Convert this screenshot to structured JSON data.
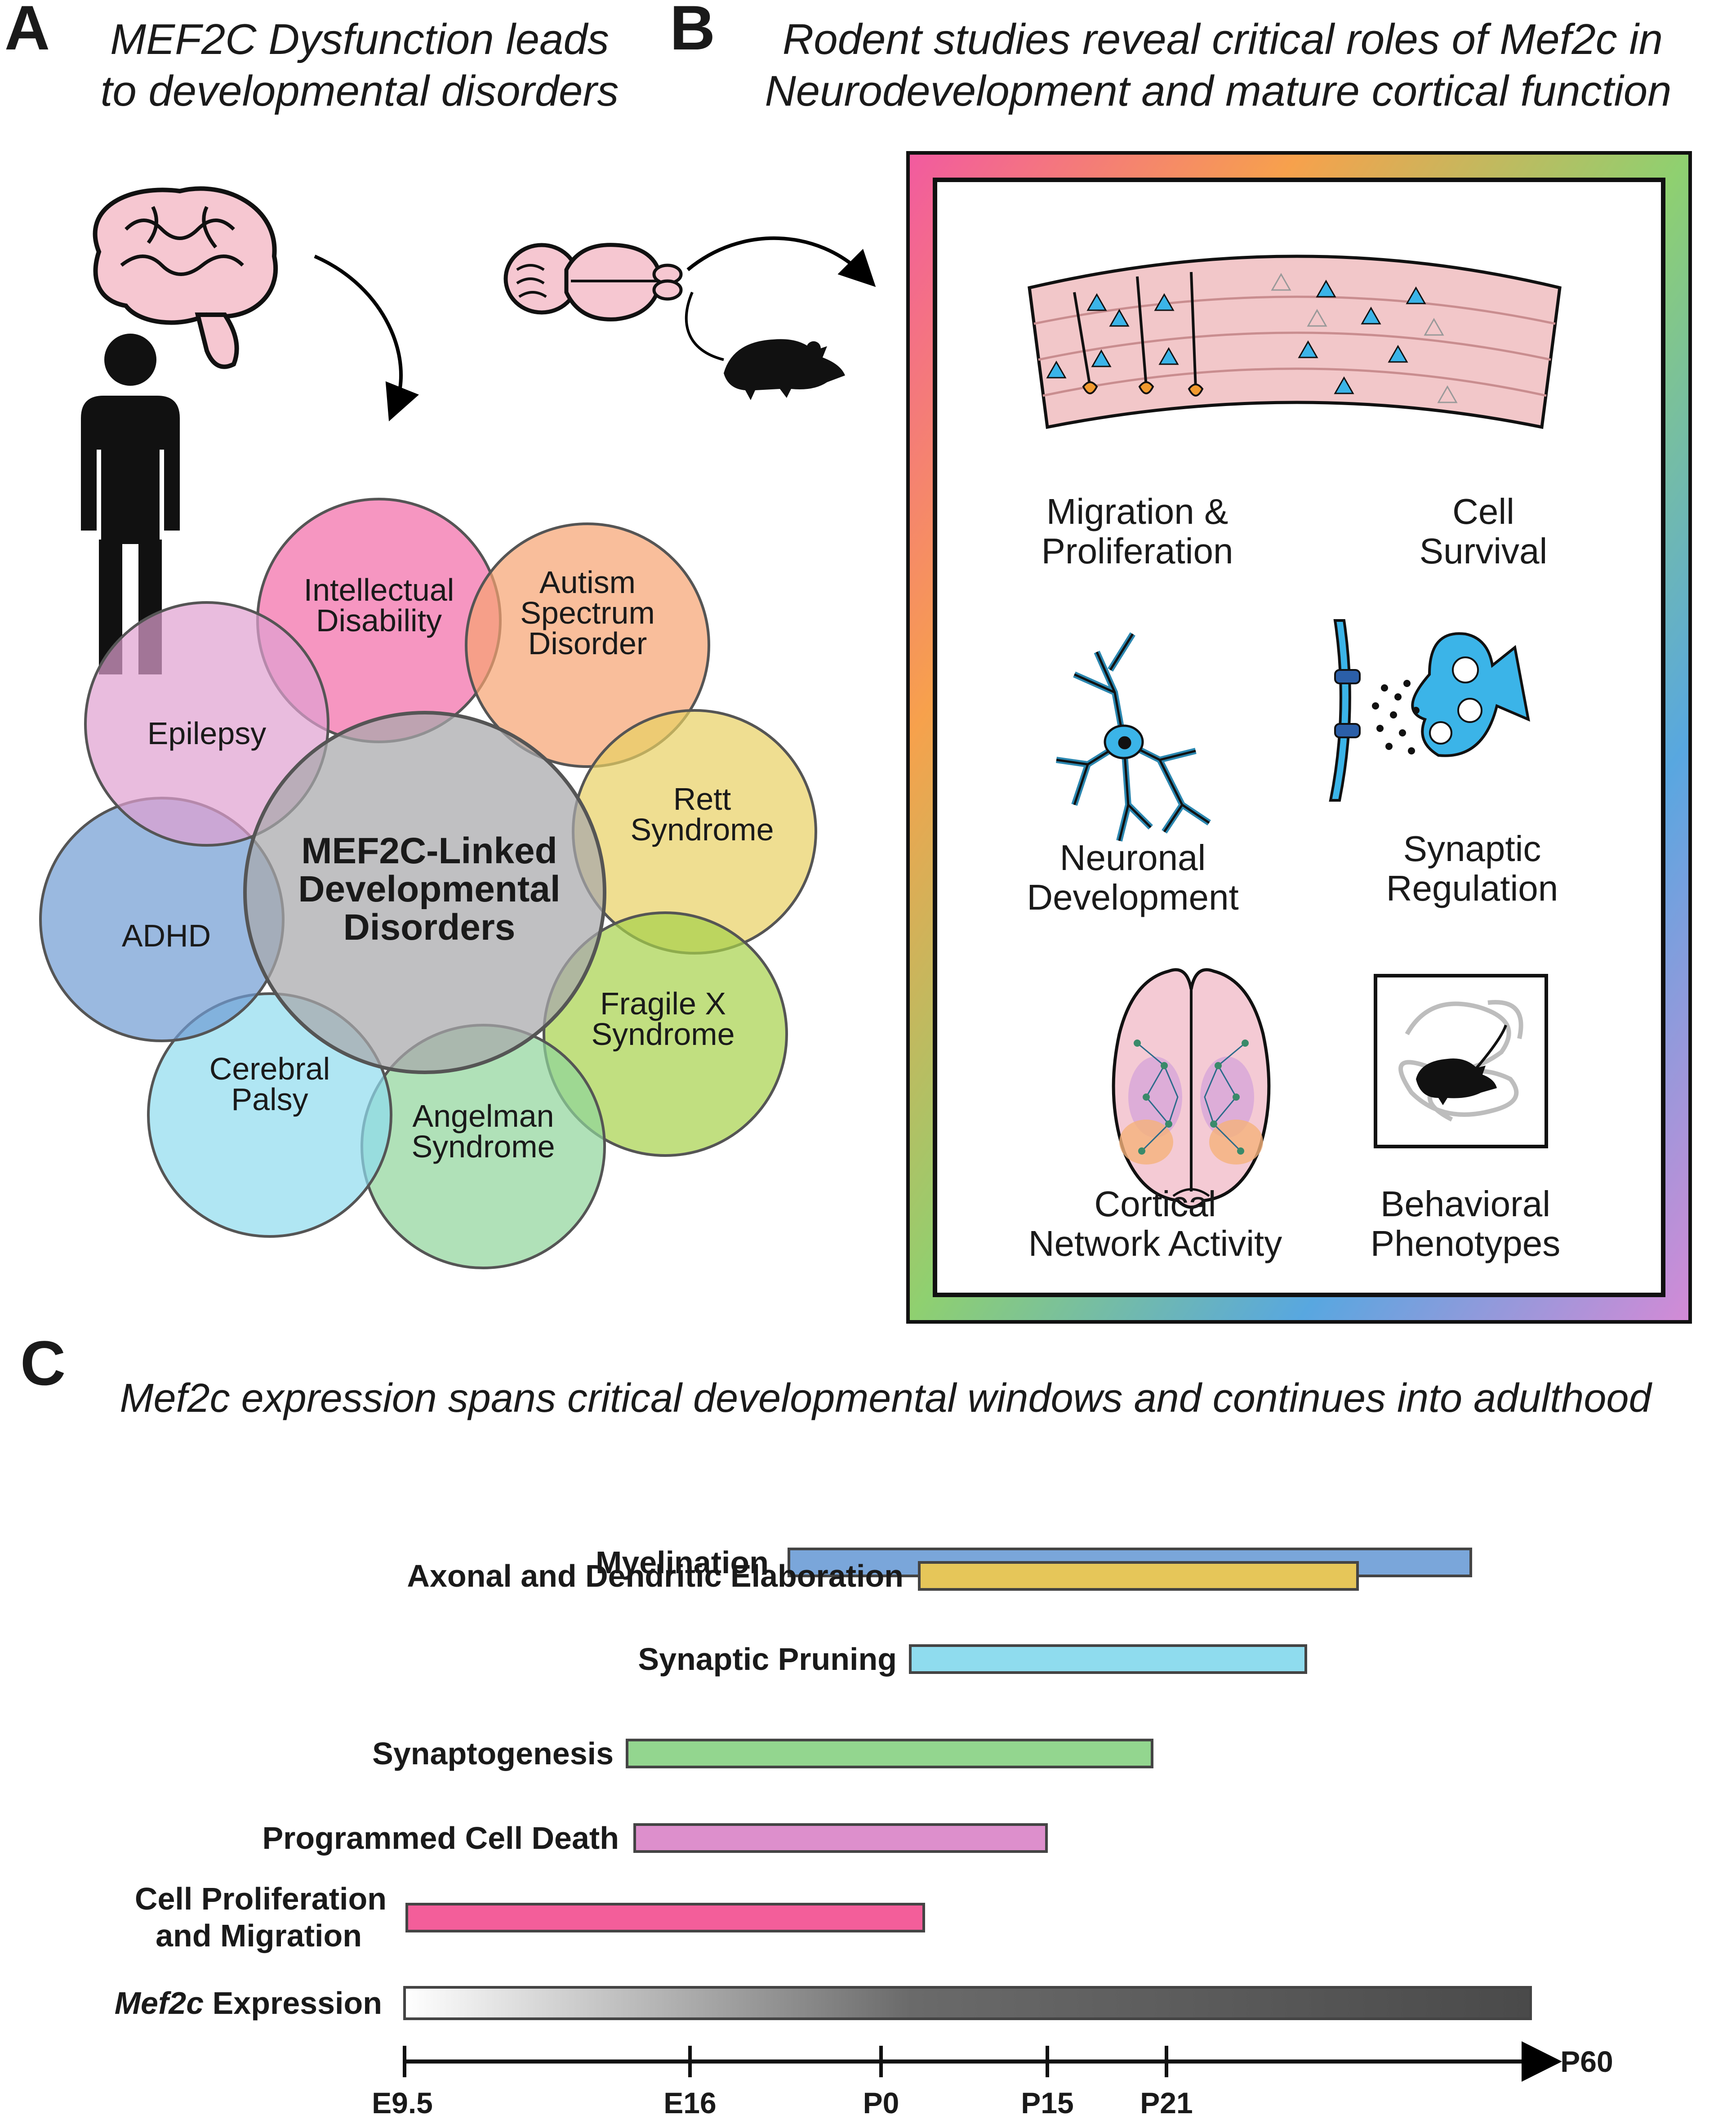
{
  "panel_a": {
    "letter": "A",
    "title_lines": [
      "MEF2C Dysfunction leads",
      "to developmental disorders"
    ],
    "center_lines": [
      "MEF2C-Linked",
      "Developmental",
      "Disorders"
    ],
    "circles": [
      {
        "lines": [
          "Intellectual",
          "Disability"
        ],
        "color": "#f26aa6"
      },
      {
        "lines": [
          "Autism",
          "Spectrum",
          "Disorder"
        ],
        "color": "#f7a370"
      },
      {
        "lines": [
          "Rett",
          "Syndrome"
        ],
        "color": "#e8d062"
      },
      {
        "lines": [
          "Fragile X",
          "Syndrome"
        ],
        "color": "#a6d24a"
      },
      {
        "lines": [
          "Angelman",
          "Syndrome"
        ],
        "color": "#8fd49a"
      },
      {
        "lines": [
          "Cerebral",
          "Palsy"
        ],
        "color": "#8fdcee"
      },
      {
        "lines": [
          "ADHD"
        ],
        "color": "#6f9bd3"
      },
      {
        "lines": [
          "Epilepsy"
        ],
        "color": "#df9fd0"
      }
    ]
  },
  "panel_b": {
    "letter": "B",
    "title_lines": [
      "Rodent studies reveal critical roles of Mef2c in",
      "Neurodevelopment and  mature cortical function"
    ],
    "items": [
      {
        "lines": [
          "Migration &",
          "Proliferation"
        ]
      },
      {
        "lines": [
          "Cell",
          "Survival"
        ]
      },
      {
        "lines": [
          "Neuronal",
          "Development"
        ]
      },
      {
        "lines": [
          "Synaptic",
          "Regulation"
        ]
      },
      {
        "lines": [
          "Cortical",
          "Network Activity"
        ]
      },
      {
        "lines": [
          "Behavioral",
          "Phenotypes"
        ]
      }
    ]
  },
  "panel_c": {
    "letter": "C",
    "title": "Mef2c expression spans critical developmental windows and continues into adulthood",
    "expression_label_italic": "Mef2c",
    "expression_label_rest": " Expression"
  },
  "chart_data": {
    "type": "gantt",
    "axis_ticks": [
      "E9.5",
      "E16",
      "P0",
      "P15",
      "P21"
    ],
    "axis_end_label": "P60",
    "bars": [
      {
        "label": "Myelination",
        "start": "~P-5",
        "end": "P60+",
        "color": "#7aa6da"
      },
      {
        "label": "Axonal and Dendritic Elaboration",
        "start": "~P2",
        "end": "~P37",
        "color": "#e6c659"
      },
      {
        "label": "Synaptic Pruning",
        "start": "~P1",
        "end": "~P34",
        "color": "#8fdcee"
      },
      {
        "label": "Synaptogenesis",
        "start": "~E13.5",
        "end": "P21",
        "color": "#93d68f"
      },
      {
        "label": "Programmed Cell Death",
        "start": "~E14",
        "end": "P15",
        "color": "#dd8fcc"
      },
      {
        "label": "Cell Proliferation",
        "label2": "and Migration",
        "start": "E9.5",
        "end": "~P2",
        "color": "#f35e9a"
      },
      {
        "label": "Mef2c Expression",
        "start": "E9.5",
        "end": "P60",
        "color": "gradient"
      }
    ]
  }
}
